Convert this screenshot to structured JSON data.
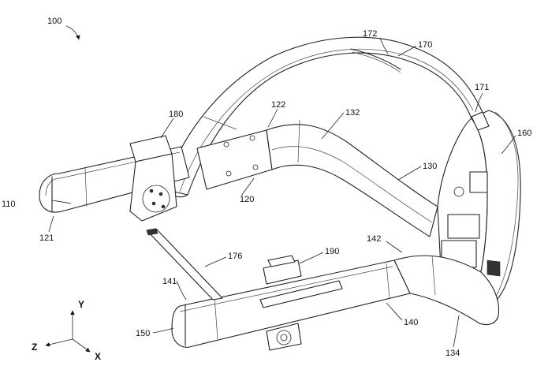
{
  "figure": {
    "reference_numerals": {
      "device": "100",
      "rear_band_left": "110",
      "rear_band_left_end": "121",
      "left_side_member": "120",
      "left_joint": "122",
      "arm_upper": "132",
      "arm_lower": "130",
      "arm_front": "134",
      "front_band": "140",
      "front_band_end": "141",
      "front_band_joint": "142",
      "front_band_left": "150",
      "front_module": "160",
      "top_strap": "170",
      "top_strap_end": "171",
      "top_strap_slot": "172",
      "flex_cable": "176",
      "hinge_block": "180",
      "adjuster": "190"
    },
    "axes": {
      "y": "Y",
      "z": "Z",
      "x": "X"
    }
  }
}
